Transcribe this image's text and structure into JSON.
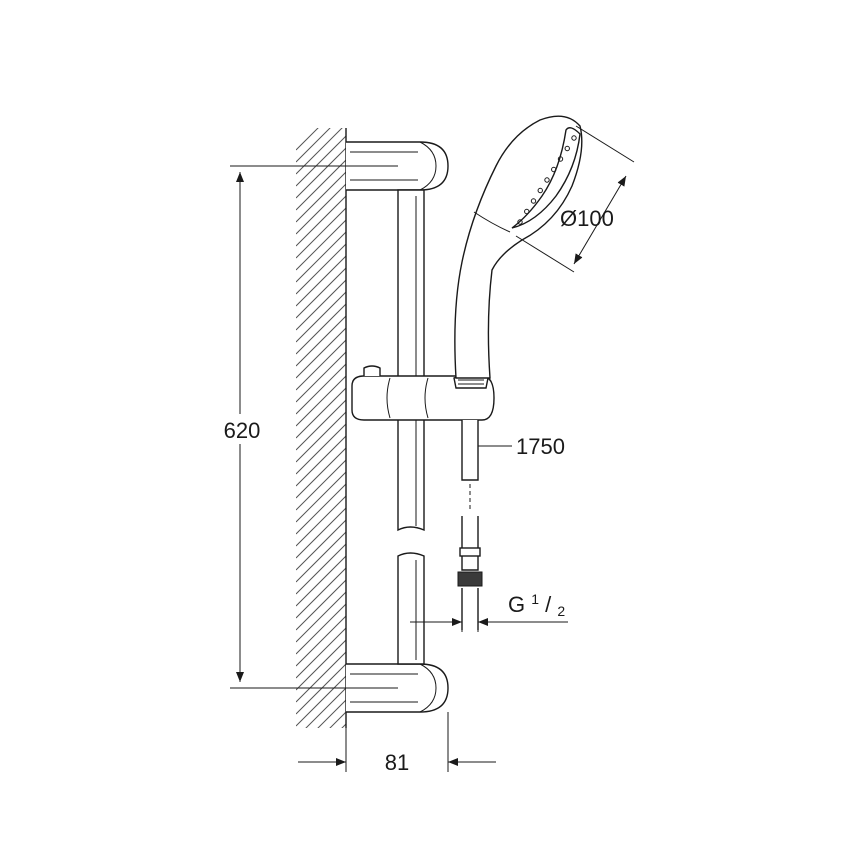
{
  "dimensions": {
    "rail_height": "620",
    "hose_length": "1750",
    "spray_diameter": "Ø100",
    "wall_offset": "81",
    "thread": {
      "prefix": "G",
      "numerator": "1",
      "slash": "/",
      "denominator": "2"
    }
  }
}
